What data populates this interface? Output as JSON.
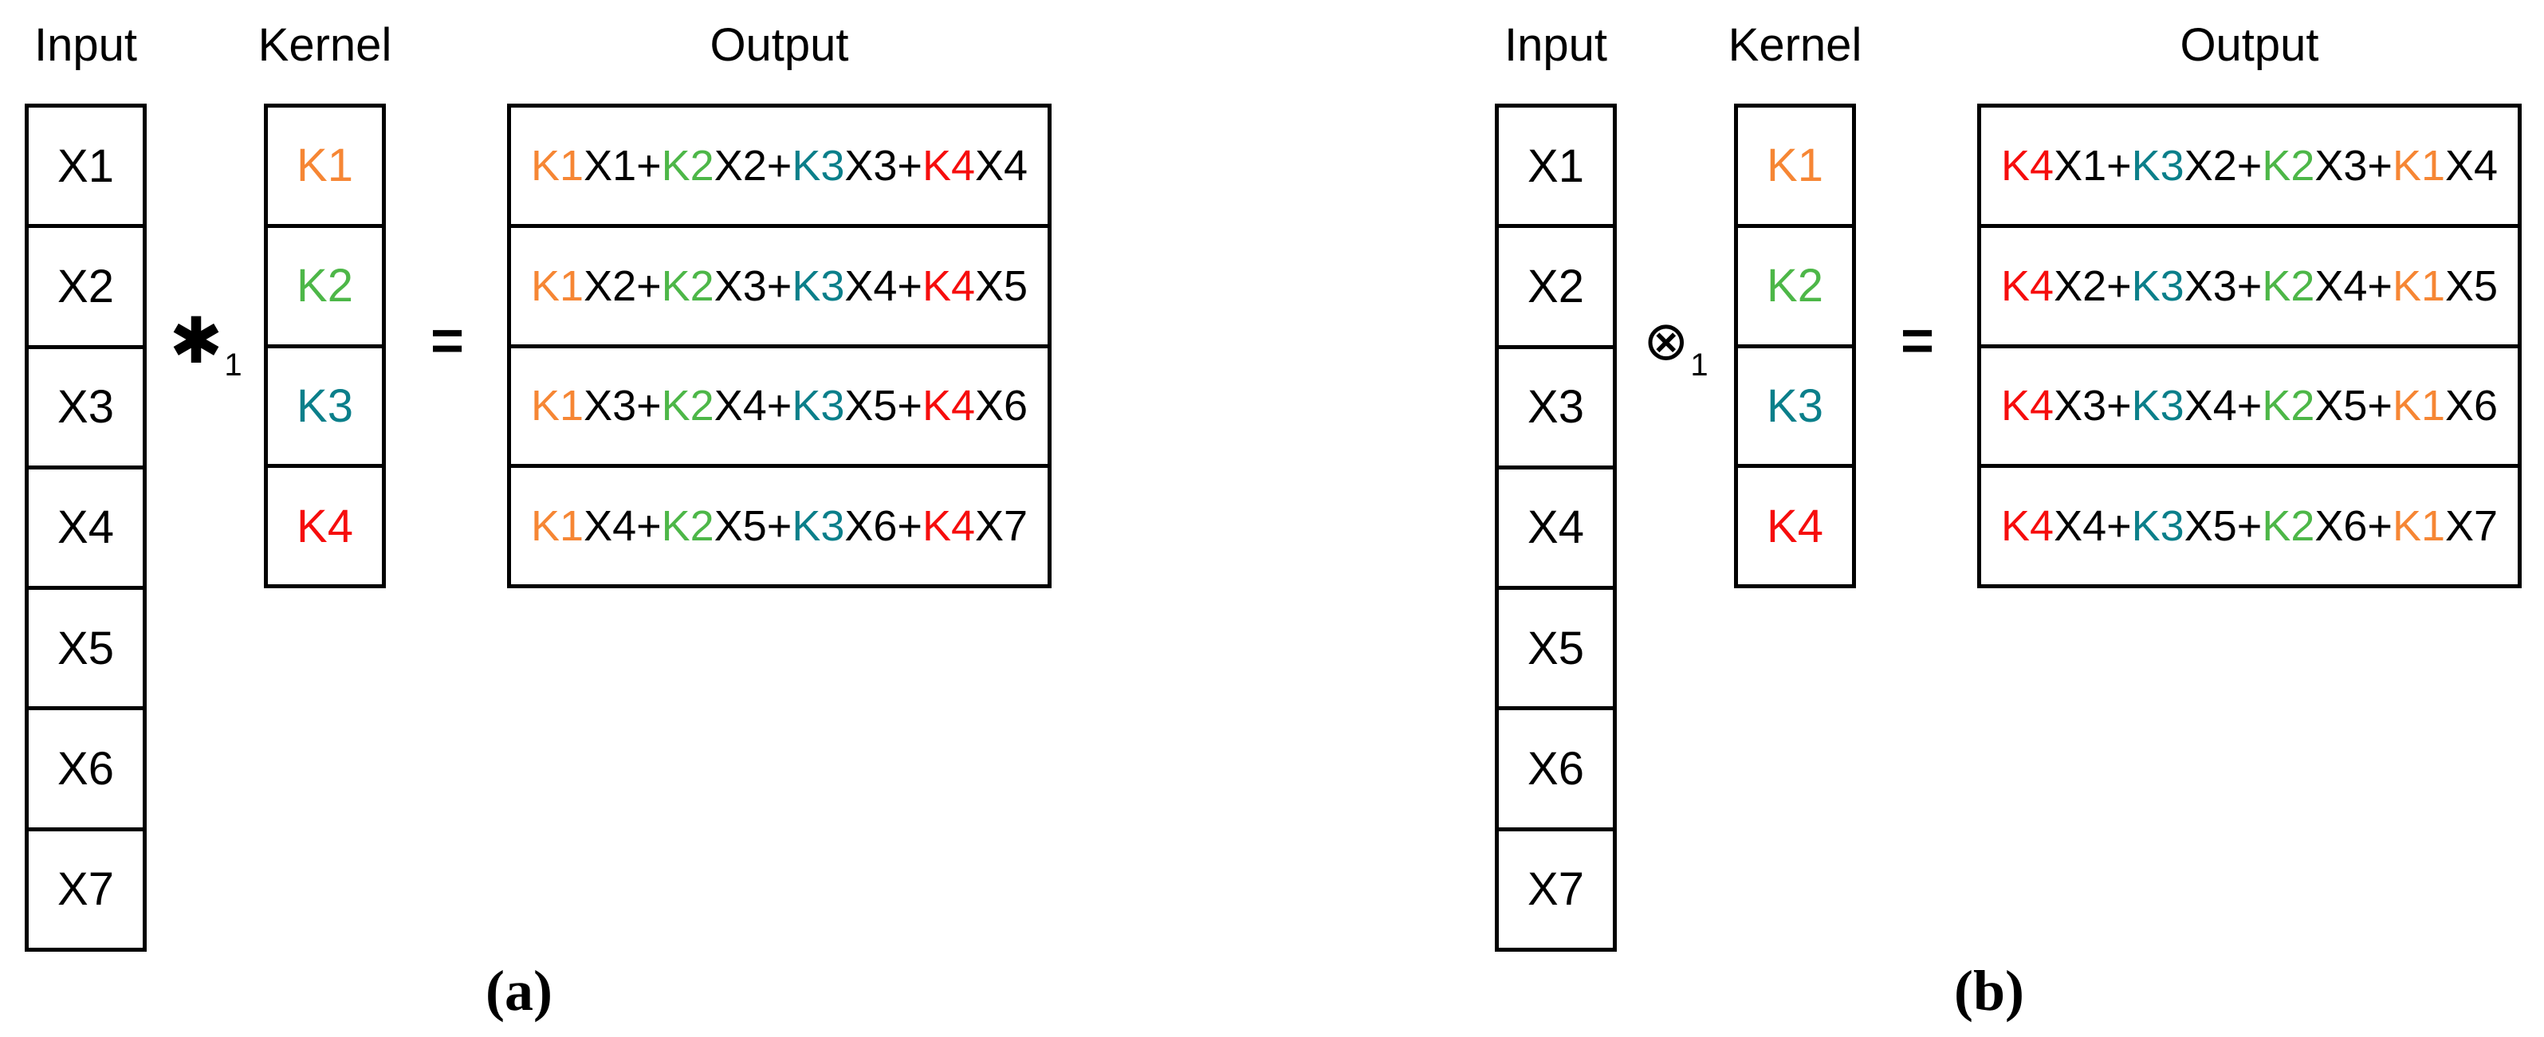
{
  "colors": {
    "text": "#000000",
    "k1": "#F68634",
    "k2": "#4DB748",
    "k3": "#0B7F8A",
    "k4": "#F60D0D"
  },
  "panels": [
    {
      "caption": "(a)",
      "operator": "✱",
      "operator_subscript": "1",
      "equals": "=",
      "labels": {
        "input": "Input",
        "kernel": "Kernel",
        "output": "Output"
      },
      "input_cells": [
        "X1",
        "X2",
        "X3",
        "X4",
        "X5",
        "X6",
        "X7"
      ],
      "kernel_cells": [
        "K1",
        "K2",
        "K3",
        "K4"
      ],
      "output_rows": [
        "K1X1+K2X2+K3X3+K4X4",
        "K1X2+K2X3+K3X4+K4X5",
        "K1X3+K2X4+K3X5+K4X6",
        "K1X4+K2X5+K3X6+K4X7"
      ]
    },
    {
      "caption": "(b)",
      "operator": "⊗",
      "operator_subscript": "1",
      "equals": "=",
      "labels": {
        "input": "Input",
        "kernel": "Kernel",
        "output": "Output"
      },
      "input_cells": [
        "X1",
        "X2",
        "X3",
        "X4",
        "X5",
        "X6",
        "X7"
      ],
      "kernel_cells": [
        "K1",
        "K2",
        "K3",
        "K4"
      ],
      "output_rows": [
        "K4X1+K3X2+K2X3+K1X4",
        "K4X2+K3X3+K2X4+K1X5",
        "K4X3+K3X4+K2X5+K1X6",
        "K4X4+K3X5+K2X6+K1X7"
      ]
    }
  ]
}
